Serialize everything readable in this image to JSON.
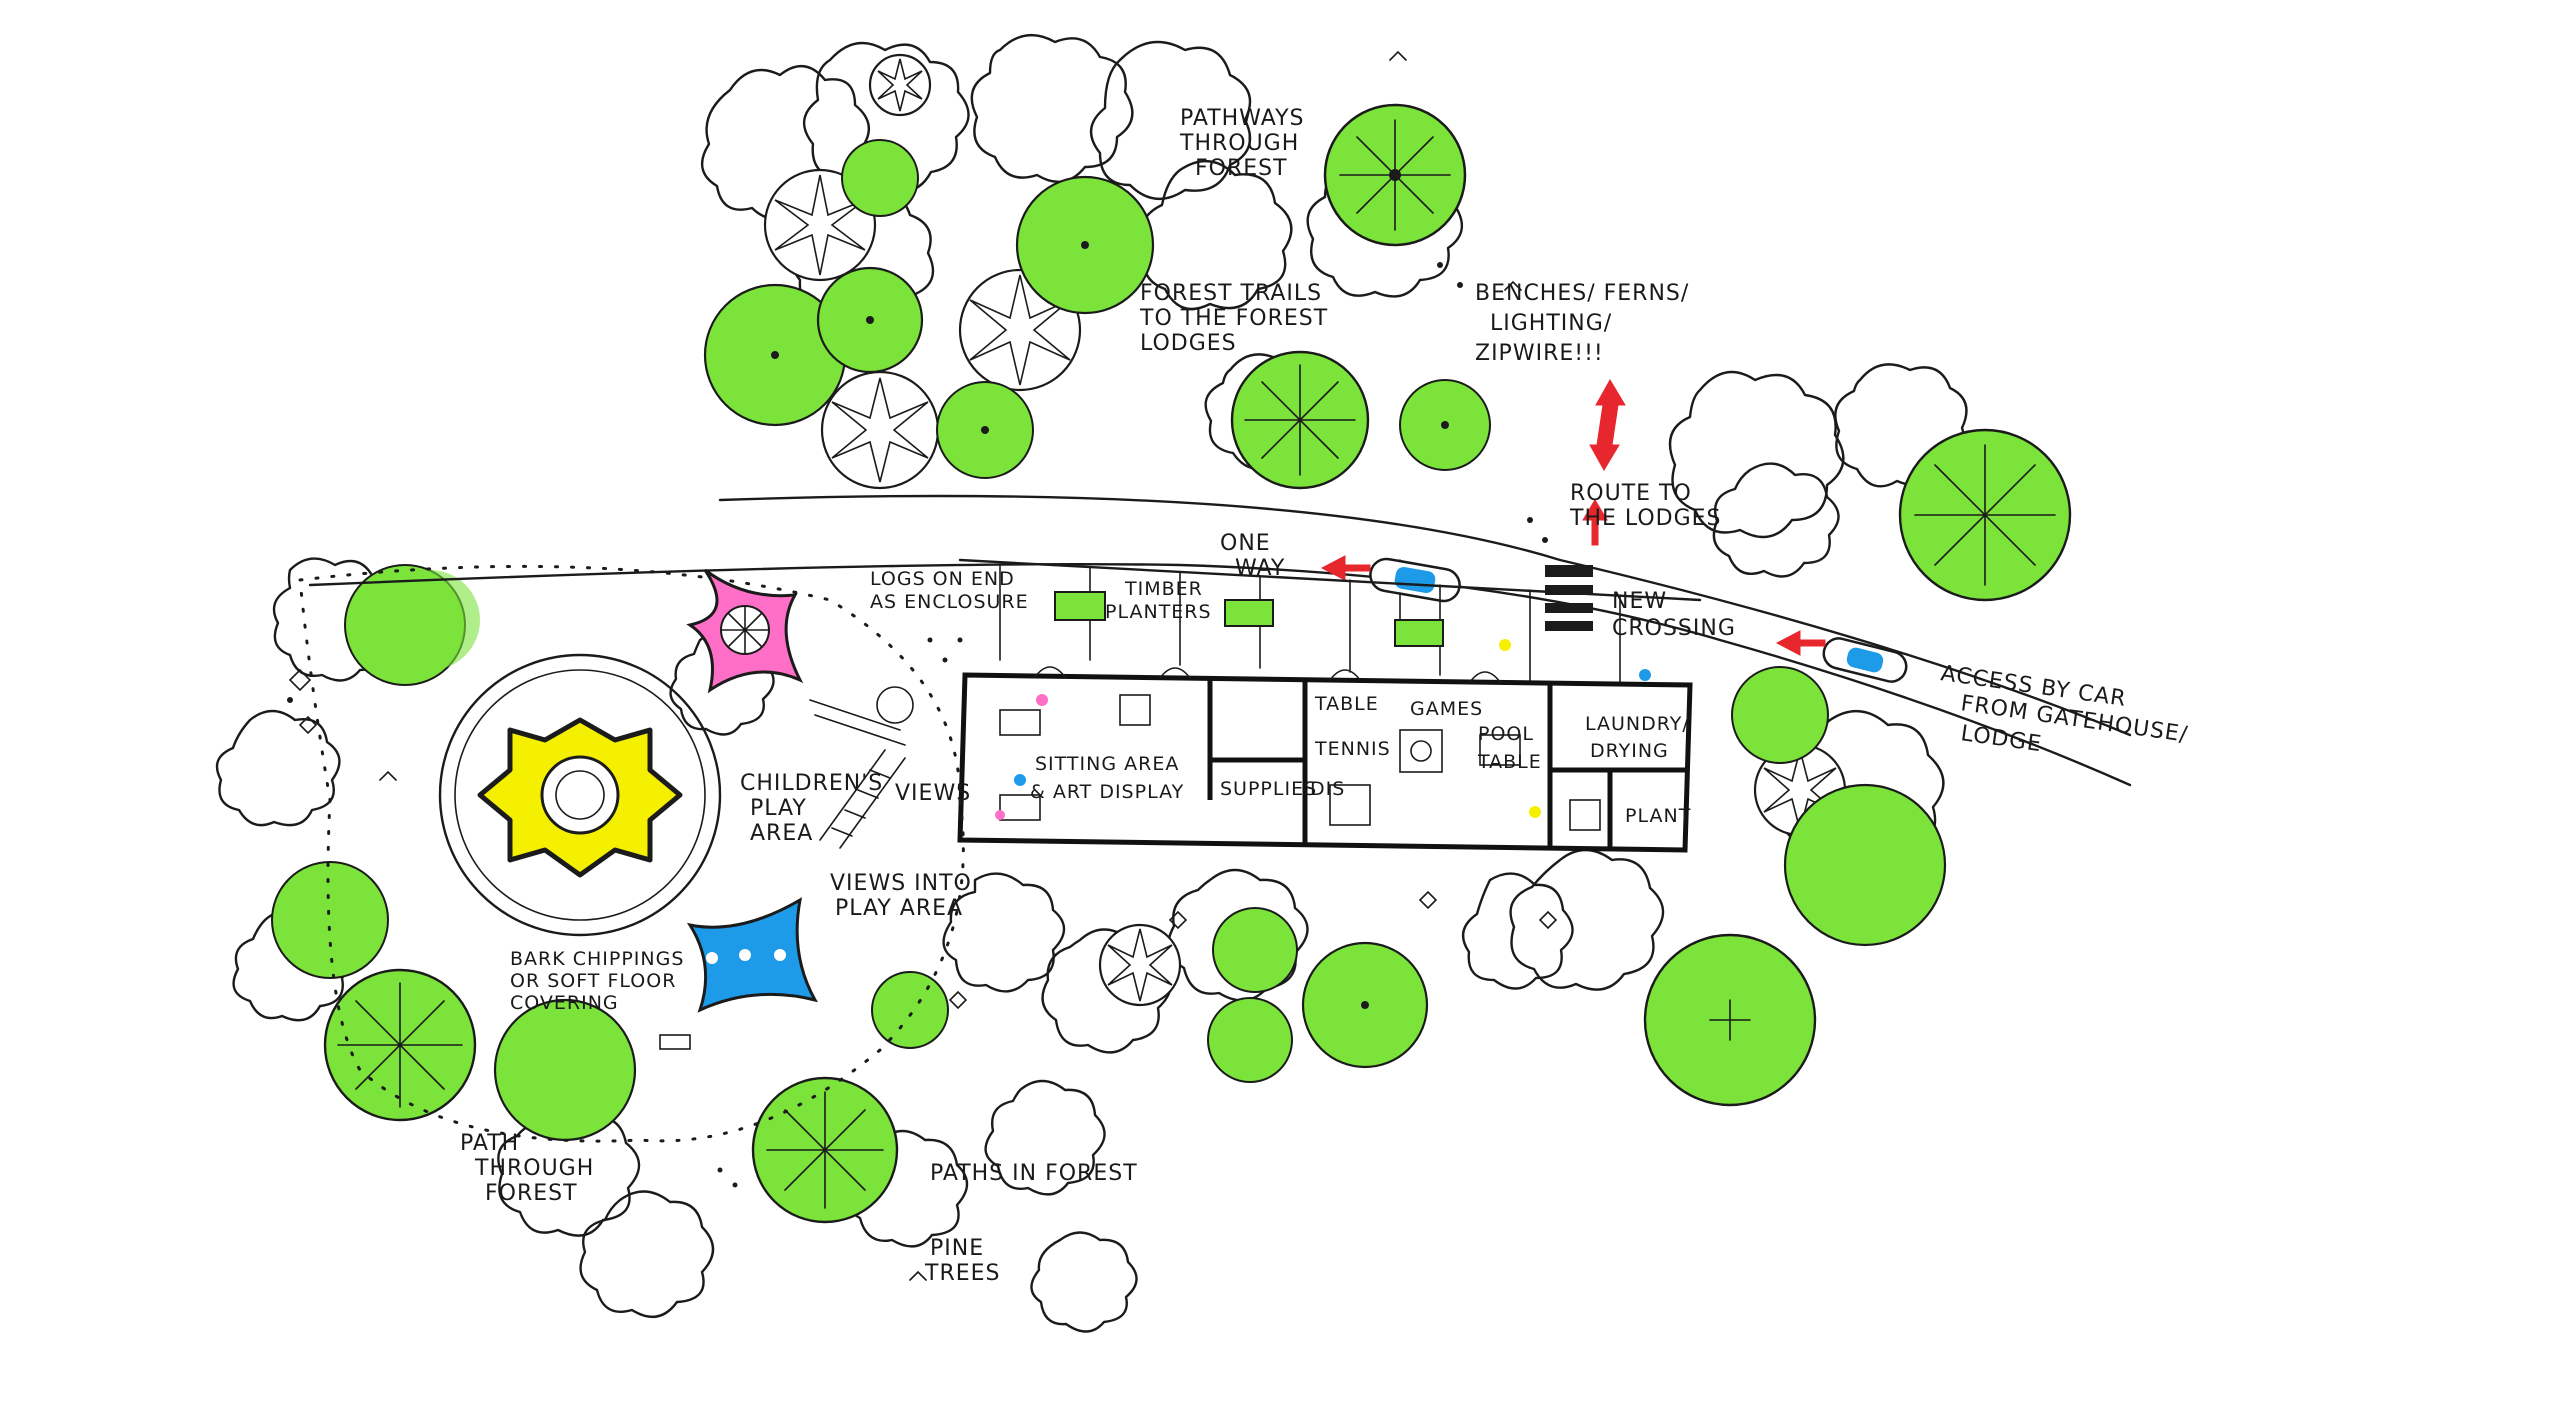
{
  "colors": {
    "tree_green": "#7be33a",
    "pink_canopy": "#ff6ec7",
    "yellow_canopy": "#f5f000",
    "blue_canopy": "#1e9be8",
    "arrow_red": "#e8262e",
    "ink": "#1b1b1b"
  },
  "labels": {
    "pathways": [
      "PATHWAYS",
      "THROUGH",
      "FOREST"
    ],
    "forest_trails": [
      "FOREST TRAILS",
      "TO THE FOREST",
      "LODGES"
    ],
    "benches": [
      "BENCHES/ FERNS/",
      "LIGHTING/",
      "ZIPWIRE!!!"
    ],
    "route": [
      "ROUTE TO",
      "THE LODGES"
    ],
    "one_way": [
      "ONE",
      "WAY"
    ],
    "new_crossing": [
      "NEW",
      "CROSSING"
    ],
    "access": [
      "ACCESS BY CAR",
      "FROM GATEHOUSE/",
      "LODGE"
    ],
    "logs": [
      "LOGS ON END",
      "AS ENCLOSURE"
    ],
    "timber": [
      "TIMBER",
      "PLANTERS"
    ],
    "childrens": [
      "CHILDREN'S",
      "PLAY",
      "AREA"
    ],
    "views": "VIEWS",
    "views_into": [
      "VIEWS INTO",
      "PLAY AREA"
    ],
    "bark": [
      "BARK CHIPPINGS",
      "OR SOFT FLOOR",
      "COVERING"
    ],
    "path_forest": [
      "PATH",
      "THROUGH",
      "FOREST"
    ],
    "paths_in_forest": "PATHS IN FOREST",
    "pine_trees": [
      "PINE",
      "TREES"
    ]
  },
  "rooms": {
    "sitting": "SITTING AREA",
    "art": "& ART DISPLAY",
    "supplies": "SUPPLIES",
    "table": "TABLE",
    "tennis": "TENNIS",
    "games": "GAMES",
    "pool": "POOL",
    "table2": "TABLE",
    "laundry": "LAUNDRY/",
    "drying": "DRYING",
    "plant": "PLANT",
    "dis": "DIS"
  }
}
